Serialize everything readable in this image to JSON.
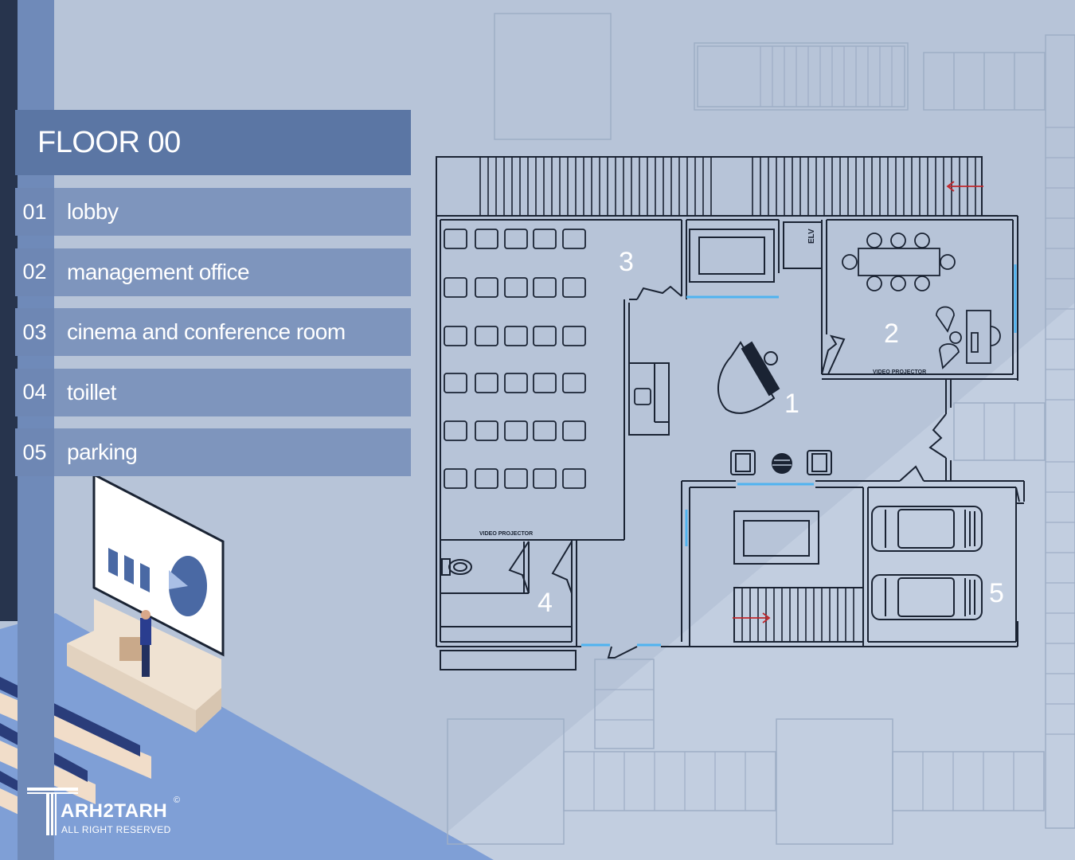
{
  "floor_title": "FLOOR 00",
  "legend": [
    {
      "num": "01",
      "label": "lobby"
    },
    {
      "num": "02",
      "label": "management office"
    },
    {
      "num": "03",
      "label": "cinema and conference room"
    },
    {
      "num": "04",
      "label": "toillet"
    },
    {
      "num": "05",
      "label": "parking"
    }
  ],
  "room_numbers": [
    "1",
    "2",
    "3",
    "4",
    "5"
  ],
  "plan_labels": {
    "video_projector_office": "VIDEO PROJECTOR",
    "video_projector_cinema": "VIDEO PROJECTOR",
    "elevator": "ELV"
  },
  "brand": {
    "name": "ARH2TARH",
    "subtitle": "ALL RIGHT RESERVED",
    "copyright": "©"
  },
  "colors": {
    "background": "#b7c4d8",
    "title_box": "#5b76a4",
    "legend_item": "#7e95bd",
    "legend_number": "#6e87b4",
    "floor": "#7f9fd6",
    "plan_lines": "#1a2333",
    "openings": "#4fb3f0",
    "arrows": "#c0282d"
  }
}
